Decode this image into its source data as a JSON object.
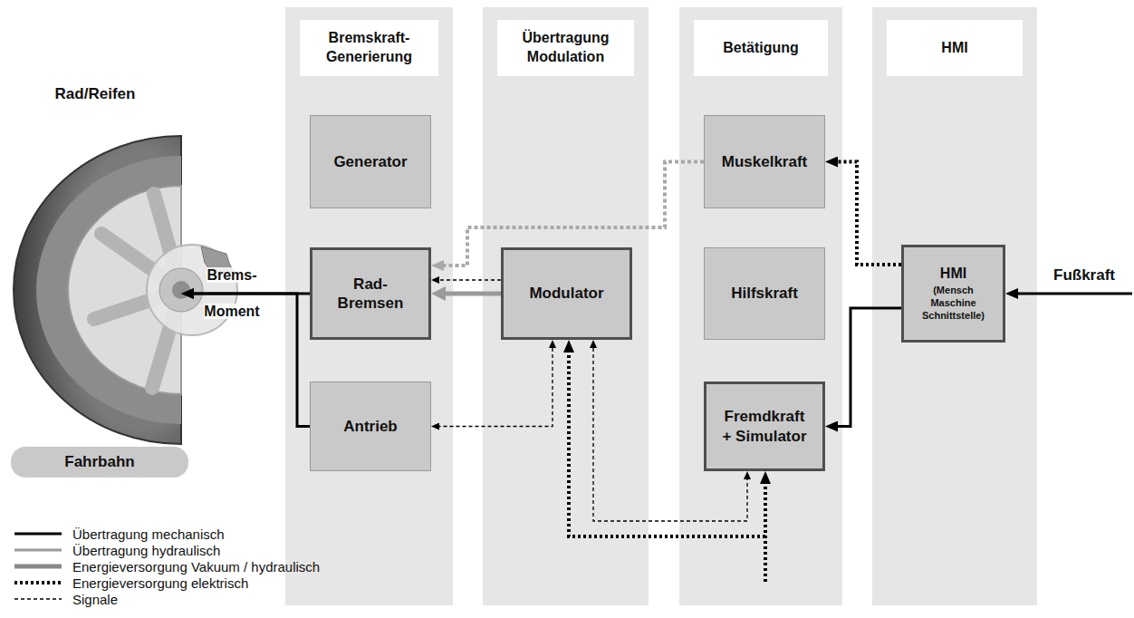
{
  "diagram": {
    "nodes": [
      {
        "text": [
          "Rad/Reifen"
        ]
      },
      {
        "text": [
          "Fahrbahn"
        ]
      },
      {
        "text": [
          "Bremskraft- Generierung"
        ]
      },
      {
        "text": [
          "Generator"
        ],
        "in": 2
      },
      {
        "text": [
          "Rad- Bremsen"
        ],
        "in": 2
      },
      {
        "text": [
          "Antrieb"
        ],
        "in": 2
      },
      {
        "text": [
          "Übertragung Modulation"
        ]
      },
      {
        "text": [
          "Modulator"
        ],
        "in": 6
      },
      {
        "text": [
          "Betätigung"
        ]
      },
      {
        "text": [
          "Muskelkraft"
        ],
        "in": 8
      },
      {
        "text": [
          "Hilfskraft"
        ],
        "in": 8
      },
      {
        "text": [
          "Fremdkraft + Simulator"
        ],
        "in": 8
      },
      {
        "text": [
          "HMI"
        ]
      },
      {
        "text": [
          "HMI",
          "(Mensch Maschine Schnittstelle)"
        ],
        "in": 12
      }
    ],
    "edges": [
      {
        "from": 4,
        "to": 0,
        "arrow": "to",
        "label": "Brems- Moment"
      },
      {
        "from": 5,
        "to": 0,
        "arrow": "to"
      },
      {
        "from": 7,
        "to": 4,
        "arrow": "to"
      },
      {
        "from": 7,
        "to": 4,
        "arrow": "to"
      },
      {
        "from": 9,
        "to": 4,
        "arrow": "to"
      },
      {
        "from": 13,
        "to": 9,
        "arrow": "to"
      },
      {
        "from": 13,
        "to": 11,
        "arrow": "to"
      },
      {
        "from": 7,
        "to": 5,
        "arrow": "both"
      },
      {
        "from": 7,
        "to": 11,
        "arrow": "both"
      }
    ],
    "labels": [
      "Fußkraft"
    ],
    "legend": [
      {
        "text": "Übertragung mechanisch"
      },
      {
        "text": "Übertragung hydraulisch"
      },
      {
        "text": "Energieversorgung Vakuum / hydraulisch"
      },
      {
        "text": "Energieversorgung elektrisch"
      },
      {
        "text": "Signale"
      }
    ]
  }
}
